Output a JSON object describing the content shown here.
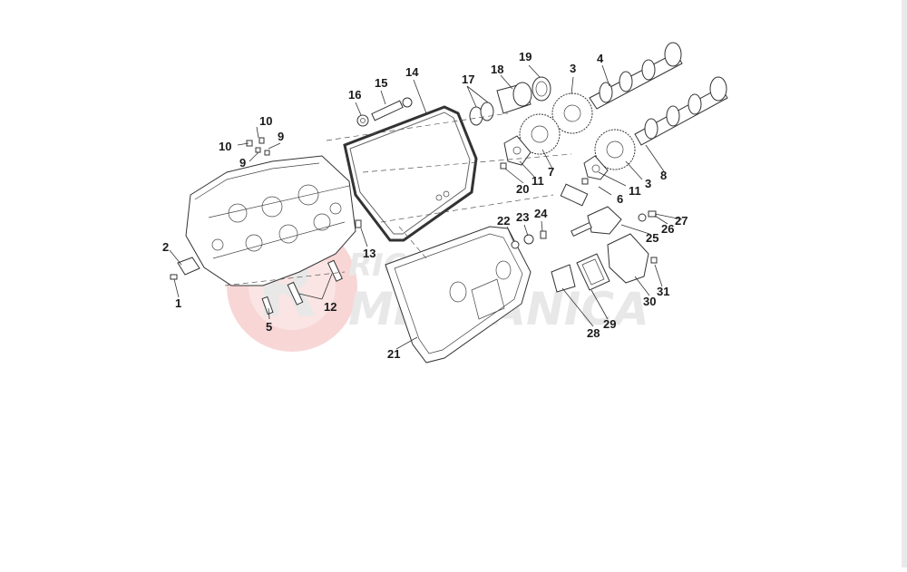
{
  "diagram": {
    "watermark": {
      "text_line1": "RICAMBI",
      "text_line2": "MECCANICA",
      "logo_letter": "R"
    },
    "callouts": [
      "1",
      "2",
      "3",
      "3",
      "4",
      "5",
      "6",
      "7",
      "8",
      "9",
      "9",
      "10",
      "10",
      "11",
      "11",
      "12",
      "13",
      "14",
      "15",
      "16",
      "17",
      "18",
      "19",
      "20",
      "21",
      "22",
      "23",
      "24",
      "25",
      "26",
      "27",
      "28",
      "29",
      "30",
      "31"
    ]
  }
}
